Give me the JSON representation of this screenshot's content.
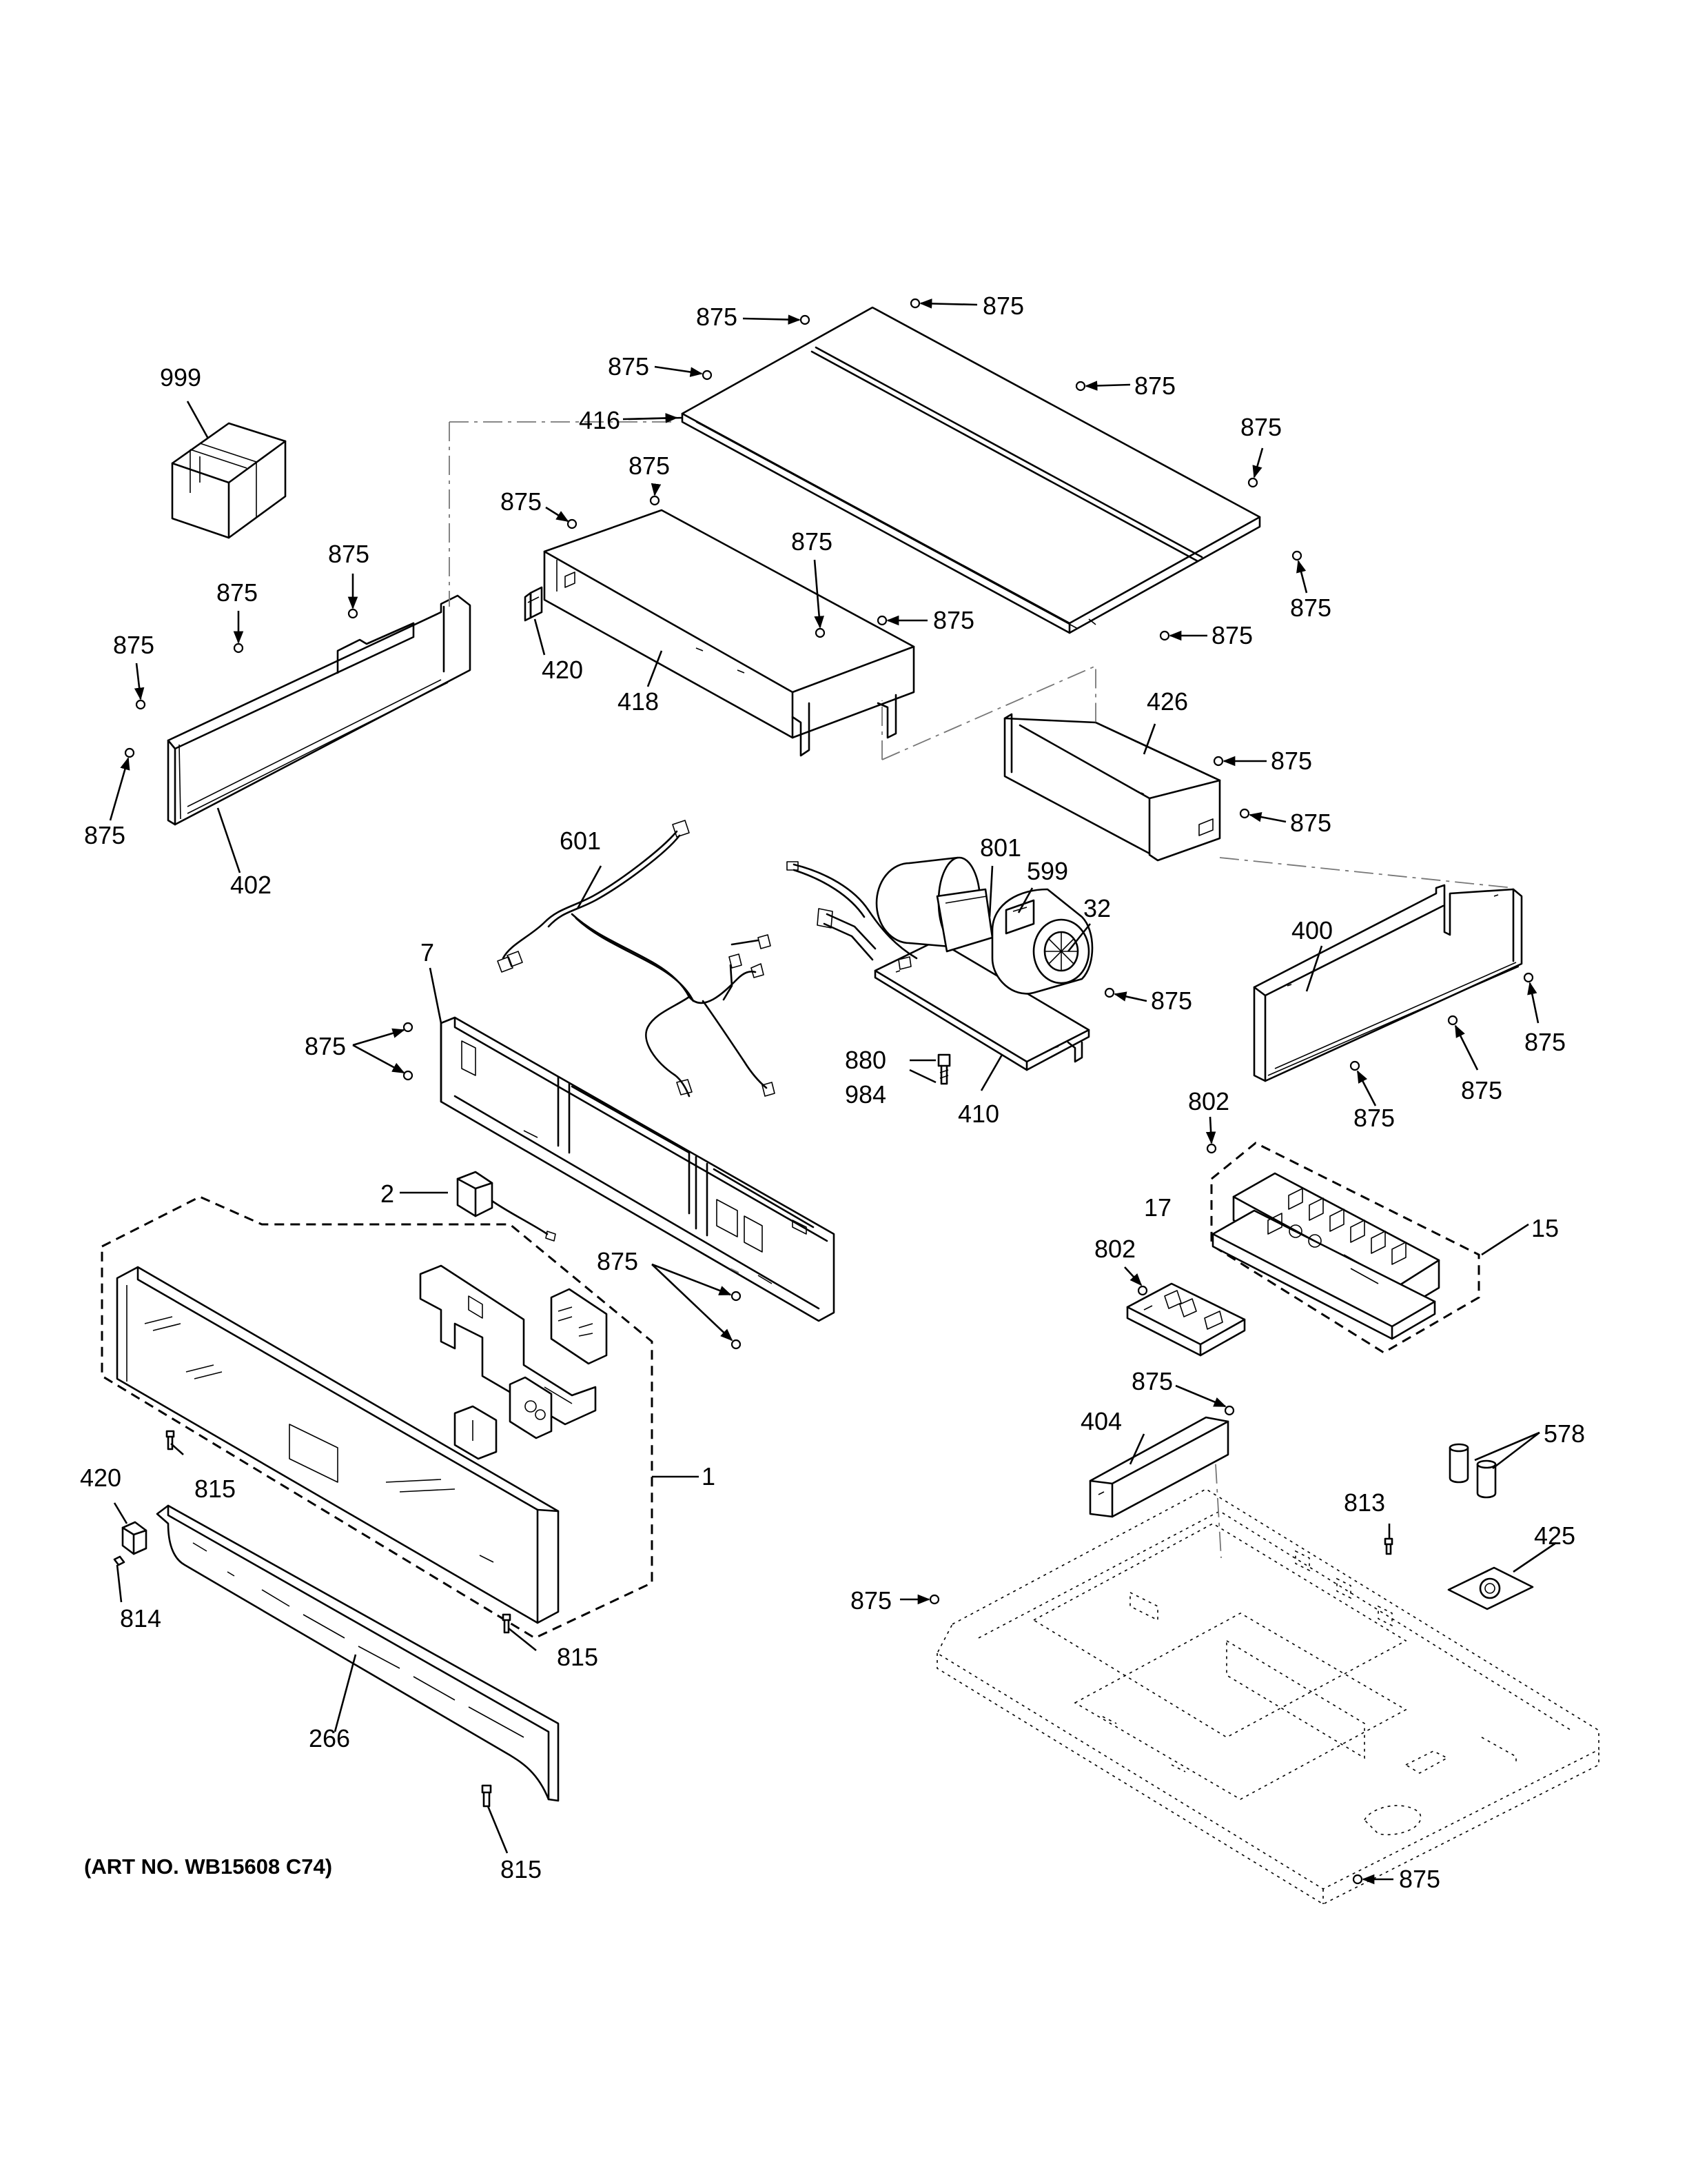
{
  "art_number": "(ART NO. WB15608 C74)",
  "callouts": {
    "part_999": "999",
    "part_416": "416",
    "part_420": "420",
    "part_418": "418",
    "part_402": "402",
    "part_601": "601",
    "part_801": "801",
    "part_599": "599",
    "part_32": "32",
    "part_426": "426",
    "part_400": "400",
    "part_880": "880",
    "part_984": "984",
    "part_410": "410",
    "part_7": "7",
    "part_2": "2",
    "part_1": "1",
    "part_815": "815",
    "part_814": "814",
    "part_266": "266",
    "part_802": "802",
    "part_17": "17",
    "part_15": "15",
    "part_404": "404",
    "part_578": "578",
    "part_813": "813",
    "part_425": "425",
    "part_875": "875"
  }
}
